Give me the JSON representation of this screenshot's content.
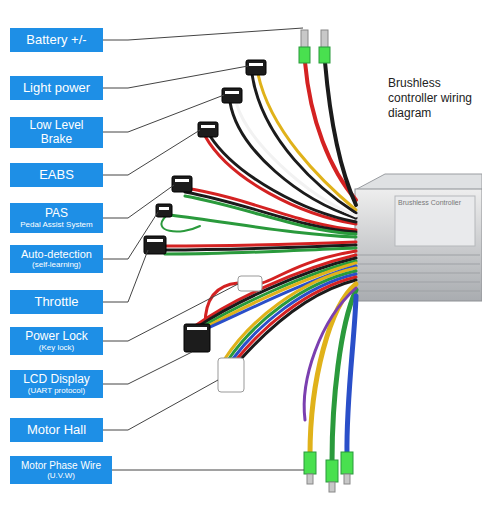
{
  "diagram": {
    "nodes": [
      {
        "text": [
          "Battery +/-"
        ]
      },
      {
        "text": [
          "Light power"
        ]
      },
      {
        "text": [
          "Low Level Brake"
        ]
      },
      {
        "text": [
          "EABS"
        ]
      },
      {
        "text": [
          "PAS",
          "Pedal Assist System"
        ]
      },
      {
        "text": [
          "Auto-detection",
          "(self-learning)"
        ]
      },
      {
        "text": [
          "Throttle"
        ]
      },
      {
        "text": [
          "Power Lock",
          "(Key lock)"
        ]
      },
      {
        "text": [
          "LCD Display",
          "(UART protocol)"
        ]
      },
      {
        "text": [
          "Motor Hall"
        ]
      },
      {
        "text": [
          "Motor Phase Wire",
          "(U.V.W)"
        ]
      }
    ],
    "labels": [
      "Brushless controller wiring diagram",
      "Brushless Controller"
    ]
  }
}
